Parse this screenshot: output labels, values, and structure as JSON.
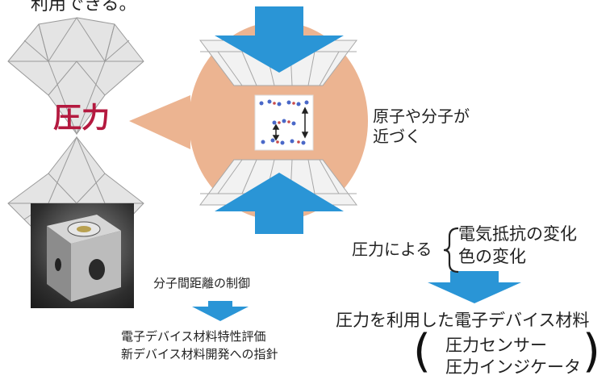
{
  "header": {
    "intro_fragment": "利用できる。"
  },
  "diamond": {
    "label": "圧力",
    "label_color": "#b4193f"
  },
  "zoom": {
    "bubble_color": "#ecb491",
    "arrow_color": "#2a95d6",
    "caption_line1": "原子や分子が",
    "caption_line2": "近づく"
  },
  "left_flow": {
    "step1": "分子間距離の制御",
    "result_line1": "電子デバイス材料特性評価",
    "result_line2": "新デバイス材料開発への指針"
  },
  "right_flow": {
    "prefix": "圧力による",
    "effect1": "電気抵抗の変化",
    "effect2": "色の変化",
    "result": "圧力を利用した電子デバイス材料",
    "app1": "圧力センサー",
    "app2": "圧力インジケータ",
    "paren_open": "(",
    "paren_close": ")"
  }
}
